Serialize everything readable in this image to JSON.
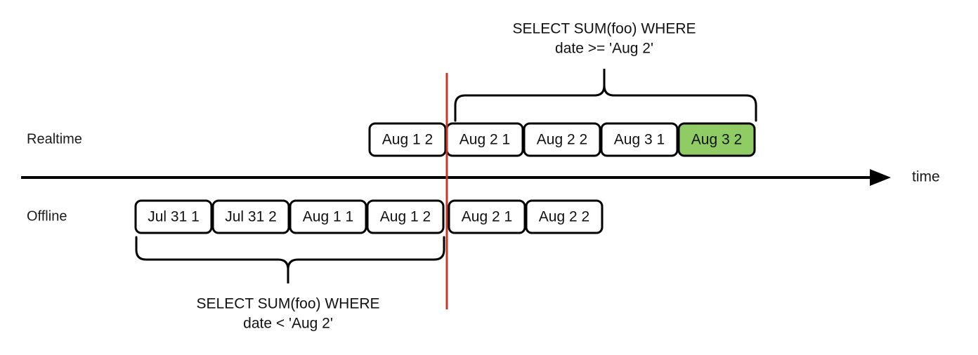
{
  "diagram": {
    "title": "Lambda architecture realtime vs offline timeline",
    "axis": {
      "label": "time",
      "arrow_name": "time-axis-arrow"
    },
    "colors": {
      "highlight_green": "#8fcc63",
      "cut_line_red": "#c0392b",
      "stroke_black": "#000000",
      "background": "#ffffff"
    },
    "rows": [
      {
        "label": "Realtime",
        "cells": [
          {
            "label": "Aug 1 2",
            "highlighted": false
          },
          {
            "label": "Aug 2 1",
            "highlighted": false
          },
          {
            "label": "Aug 2 2",
            "highlighted": false
          },
          {
            "label": "Aug 3 1",
            "highlighted": false
          },
          {
            "label": "Aug 3 2",
            "highlighted": true
          }
        ]
      },
      {
        "label": "Offline",
        "cells": [
          {
            "label": "Jul 31 1",
            "highlighted": false
          },
          {
            "label": "Jul 31 2",
            "highlighted": false
          },
          {
            "label": "Aug 1 1",
            "highlighted": false
          },
          {
            "label": "Aug 1 2",
            "highlighted": false
          },
          {
            "label": "Aug 2 1",
            "highlighted": false
          },
          {
            "label": "Aug 2 2",
            "highlighted": false
          }
        ]
      }
    ],
    "annotations": [
      {
        "name": "realtime-query-annotation",
        "line1": "SELECT SUM(foo) WHERE",
        "line2": "date >= 'Aug 2'"
      },
      {
        "name": "offline-query-annotation",
        "line1": "SELECT SUM(foo) WHERE",
        "line2": "date < 'Aug 2'"
      }
    ]
  }
}
